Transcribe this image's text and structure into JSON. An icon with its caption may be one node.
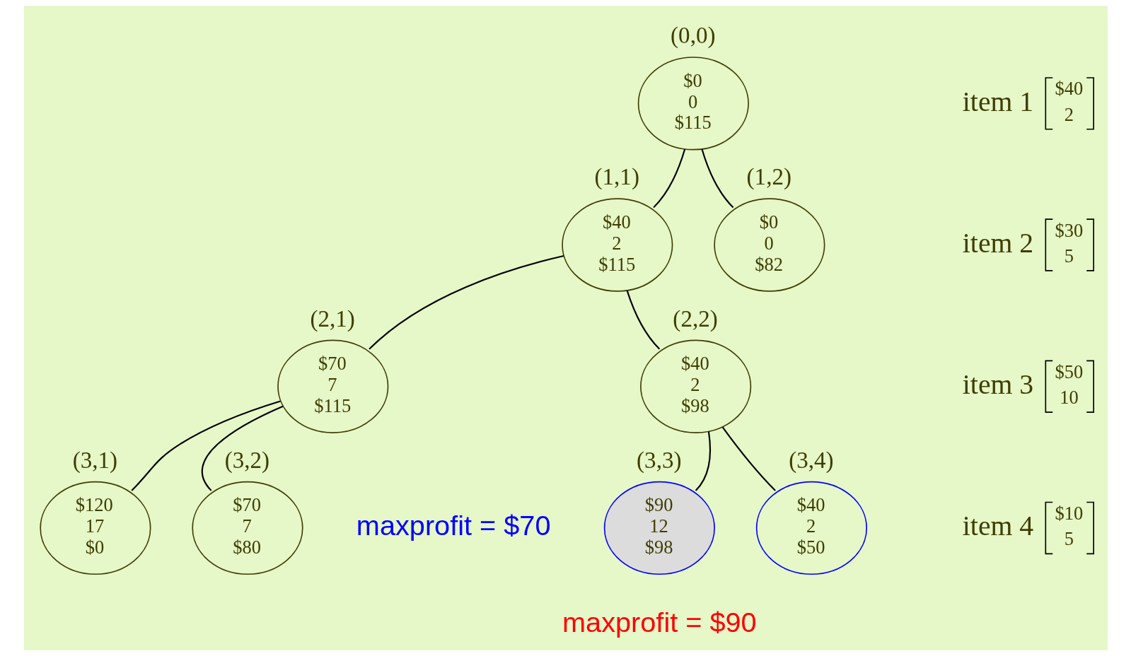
{
  "diagram": {
    "nodes": [
      {
        "text": [
          "(0,0)",
          "$0",
          "0",
          "$115"
        ]
      },
      {
        "text": [
          "(1,1)",
          "$40",
          "2",
          "$115"
        ]
      },
      {
        "text": [
          "(1,2)",
          "$0",
          "0",
          "$82"
        ]
      },
      {
        "text": [
          "(2,1)",
          "$70",
          "7",
          "$115"
        ]
      },
      {
        "text": [
          "(2,2)",
          "$40",
          "2",
          "$98"
        ]
      },
      {
        "text": [
          "(3,1)",
          "$120",
          "17",
          "$0"
        ]
      },
      {
        "text": [
          "(3,2)",
          "$70",
          "7",
          "$80"
        ]
      },
      {
        "text": [
          "(3,3)",
          "$90",
          "12",
          "$98"
        ]
      },
      {
        "text": [
          "(3,4)",
          "$40",
          "2",
          "$50"
        ]
      }
    ],
    "edges": [
      {
        "from": 0,
        "to": 1,
        "arrow": "none"
      },
      {
        "from": 0,
        "to": 2,
        "arrow": "none"
      },
      {
        "from": 1,
        "to": 3,
        "arrow": "none"
      },
      {
        "from": 1,
        "to": 4,
        "arrow": "none"
      },
      {
        "from": 3,
        "to": 5,
        "arrow": "none"
      },
      {
        "from": 3,
        "to": 6,
        "arrow": "none"
      },
      {
        "from": 4,
        "to": 7,
        "arrow": "none"
      },
      {
        "from": 4,
        "to": 8,
        "arrow": "none"
      }
    ],
    "labels": [
      "item 1",
      "$40",
      "2",
      "item 2",
      "$30",
      "5",
      "maxprofit = $70",
      "item 3",
      "$50",
      "10",
      "item 4",
      "$10",
      "5",
      "maxprofit = $90"
    ]
  }
}
